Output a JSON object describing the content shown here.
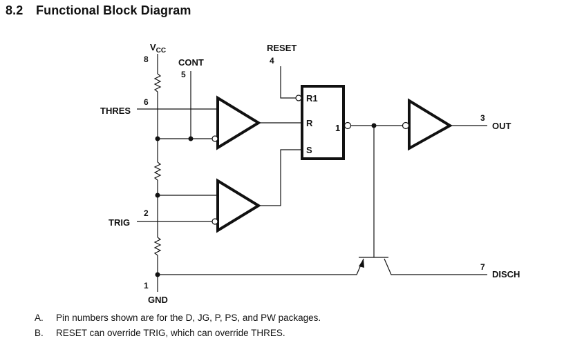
{
  "heading": {
    "number": "8.2",
    "title": "Functional Block Diagram"
  },
  "diagram": {
    "pins": {
      "vcc": {
        "name": "V",
        "subscript": "CC",
        "number": "8"
      },
      "cont": {
        "name": "CONT",
        "number": "5"
      },
      "reset": {
        "name": "RESET",
        "number": "4"
      },
      "thres": {
        "name": "THRES",
        "number": "6"
      },
      "trig": {
        "name": "TRIG",
        "number": "2"
      },
      "gnd": {
        "name": "GND",
        "number": "1"
      },
      "out": {
        "name": "OUT",
        "number": "3"
      },
      "disch": {
        "name": "DISCH",
        "number": "7"
      }
    },
    "flipflop": {
      "inputs": [
        "R1",
        "R",
        "S"
      ],
      "output_label": "1"
    },
    "components": [
      "resistor",
      "resistor",
      "resistor",
      "comparator-threshold",
      "comparator-trigger",
      "sr-latch",
      "output-inverter",
      "discharge-transistor"
    ]
  },
  "notes": [
    {
      "key": "A.",
      "text": "Pin numbers shown are for the D, JG, P, PS, and PW packages."
    },
    {
      "key": "B.",
      "text": "RESET can override TRIG, which can override THRES."
    }
  ]
}
